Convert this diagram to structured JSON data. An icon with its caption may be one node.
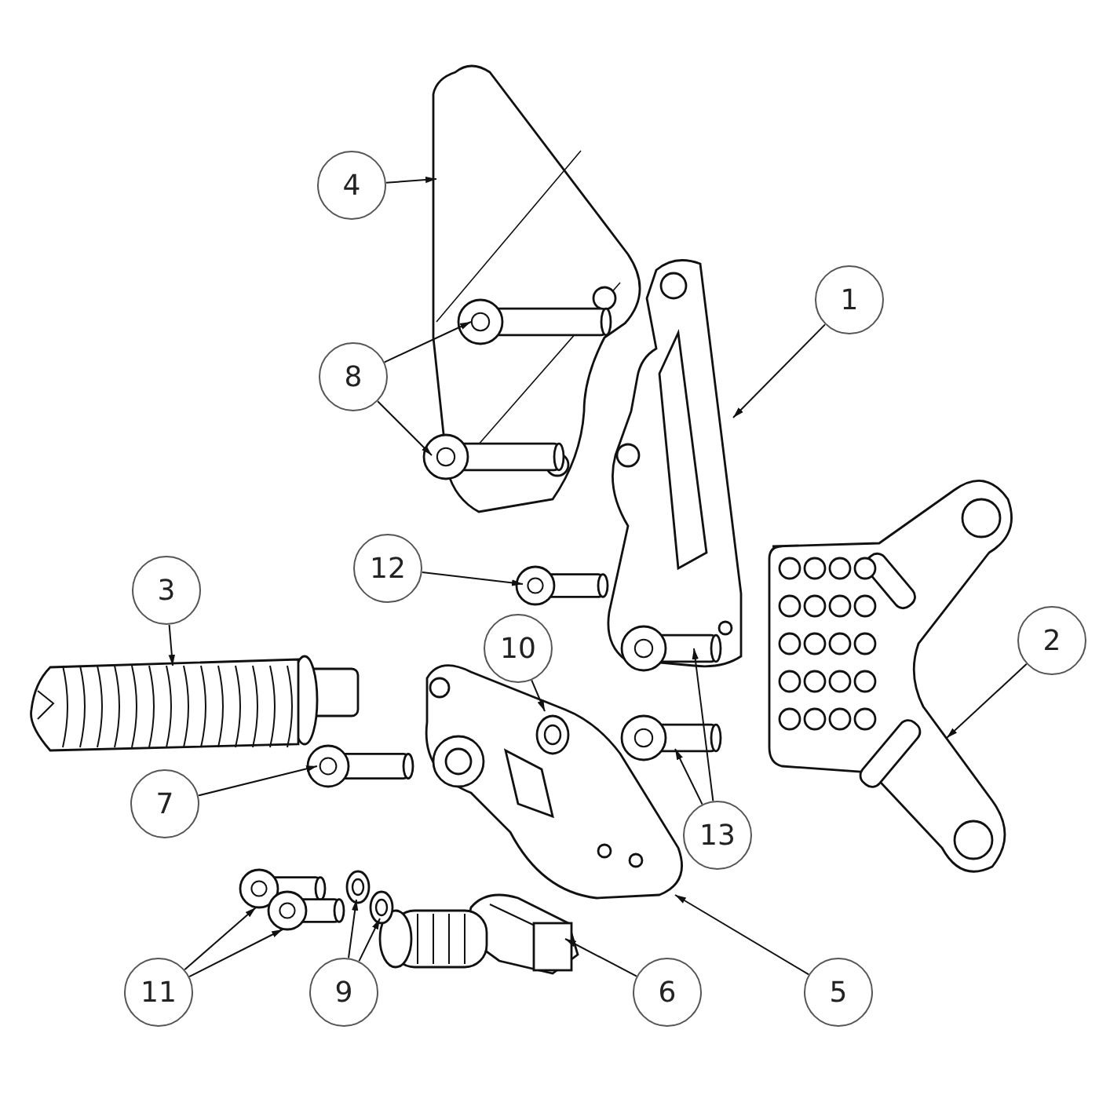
{
  "diagram": {
    "nodes": [
      {
        "text": [
          "1"
        ]
      },
      {
        "text": [
          "2"
        ]
      },
      {
        "text": [
          "3"
        ]
      },
      {
        "text": [
          "4"
        ]
      },
      {
        "text": [
          "5"
        ]
      },
      {
        "text": [
          "6"
        ]
      },
      {
        "text": [
          "7"
        ]
      },
      {
        "text": [
          "8"
        ]
      },
      {
        "text": [
          "9"
        ]
      },
      {
        "text": [
          "10"
        ]
      },
      {
        "text": [
          "11"
        ]
      },
      {
        "text": [
          "12"
        ]
      },
      {
        "text": [
          "13"
        ]
      },
      {
        "text": [],
        "shape": "picture"
      },
      {
        "text": [],
        "shape": "picture"
      },
      {
        "text": [],
        "shape": "picture"
      },
      {
        "text": [],
        "shape": "picture"
      },
      {
        "text": [],
        "shape": "picture"
      },
      {
        "text": [],
        "shape": "picture"
      },
      {
        "text": [],
        "shape": "picture"
      },
      {
        "text": [],
        "shape": "picture",
        "in": 16
      },
      {
        "text": [],
        "shape": "picture",
        "in": 16
      },
      {
        "text": [],
        "shape": "picture"
      },
      {
        "text": [],
        "shape": "picture"
      },
      {
        "text": [],
        "shape": "picture",
        "in": 17
      },
      {
        "text": [],
        "shape": "picture"
      },
      {
        "text": [],
        "shape": "picture"
      },
      {
        "text": [],
        "shape": "picture"
      },
      {
        "text": [],
        "shape": "picture"
      },
      {
        "text": [],
        "shape": "picture"
      }
    ],
    "edges": [
      {
        "from": 0,
        "to": 13,
        "arrow": "to"
      },
      {
        "from": 1,
        "to": 14,
        "arrow": "to"
      },
      {
        "from": 2,
        "to": 15,
        "arrow": "to"
      },
      {
        "from": 3,
        "to": 16,
        "arrow": "to"
      },
      {
        "from": 4,
        "to": 17,
        "arrow": "to"
      },
      {
        "from": 5,
        "to": 18,
        "arrow": "to"
      },
      {
        "from": 6,
        "to": 19,
        "arrow": "to"
      },
      {
        "from": 7,
        "to": 20,
        "arrow": "to"
      },
      {
        "from": 7,
        "to": 21,
        "arrow": "to"
      },
      {
        "from": 8,
        "to": 22,
        "arrow": "to"
      },
      {
        "from": 8,
        "to": 23,
        "arrow": "to"
      },
      {
        "from": 9,
        "to": 24,
        "arrow": "to"
      },
      {
        "from": 10,
        "to": 25,
        "arrow": "to"
      },
      {
        "from": 10,
        "to": 26,
        "arrow": "to"
      },
      {
        "from": 11,
        "to": 27,
        "arrow": "to"
      },
      {
        "from": 12,
        "to": 28,
        "arrow": "to"
      },
      {
        "from": 12,
        "to": 29,
        "arrow": "to"
      }
    ]
  }
}
